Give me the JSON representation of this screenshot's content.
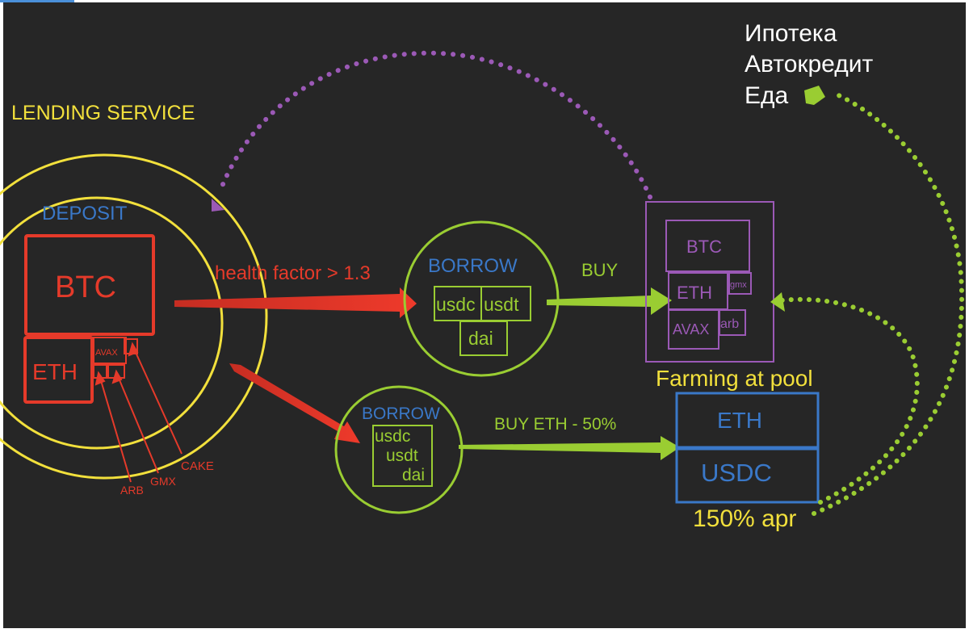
{
  "lending": {
    "title": "LENDING SERVICE",
    "deposit_title": "DEPOSIT",
    "btc": "BTC",
    "eth": "ETH",
    "avax": "AVAX",
    "token_labels": {
      "cake": "CAKE",
      "gmx": "GMX",
      "arb": "ARB"
    }
  },
  "health_factor": "health factor > 1.3",
  "borrow1": {
    "title": "BORROW",
    "usdc": "usdc",
    "usdt": "usdt",
    "dai": "dai"
  },
  "buy1": "BUY",
  "portfolio": {
    "btc": "BTC",
    "eth": "ETH",
    "gmx": "gmx",
    "avax": "AVAX",
    "arb": "arb"
  },
  "borrow2": {
    "title": "BORROW",
    "usdc": "usdc",
    "usdt": "usdt",
    "dai": "dai"
  },
  "buy2": "BUY ETH - 50%",
  "farming": {
    "title": "Farming at pool",
    "eth": "ETH",
    "usdc": "USDC",
    "apr": "150% apr"
  },
  "spending": {
    "line1": "Ипотека",
    "line2": "Автокредит",
    "line3": "Еда"
  },
  "colors": {
    "background": "#262626",
    "yellow": "#f2e03c",
    "red": "#e53a2a",
    "green": "#9acd32",
    "purple": "#9b59b6",
    "blue": "#3a78c8",
    "white": "#ffffff"
  }
}
